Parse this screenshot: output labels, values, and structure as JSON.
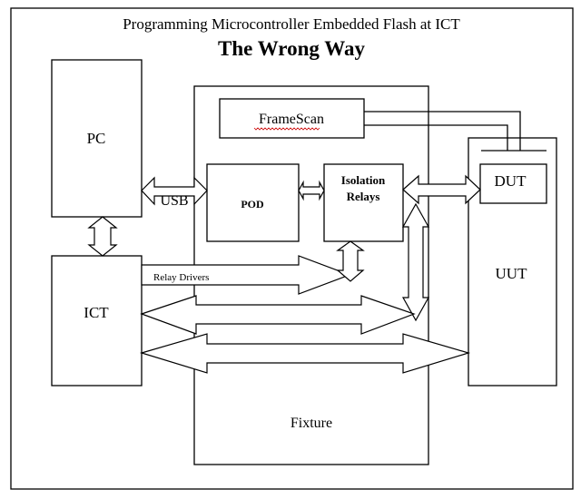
{
  "title": "Programming Microcontroller Embedded Flash at ICT",
  "subtitle": "The Wrong Way",
  "blocks": {
    "pc": "PC",
    "ict": "ICT",
    "fixture": "Fixture",
    "framescan": "FrameScan",
    "pod": "POD",
    "isolation_relays_line1": "Isolation",
    "isolation_relays_line2": "Relays",
    "uut": "UUT",
    "dut": "DUT"
  },
  "connections": {
    "usb": "USB",
    "relay_drivers": "Relay Drivers"
  },
  "colors": {
    "stroke": "#000000",
    "background": "#ffffff",
    "spellcheck_underline": "#cc0000"
  }
}
